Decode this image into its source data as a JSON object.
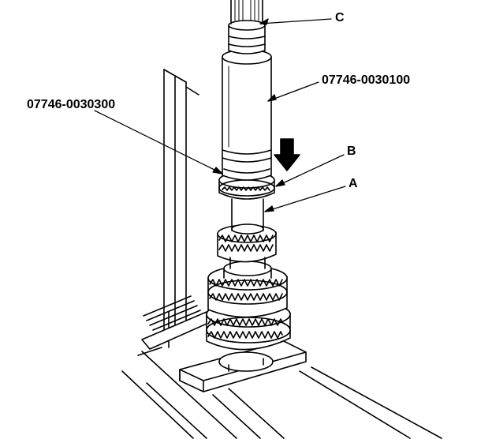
{
  "labels": {
    "c": "C",
    "tool_upper": "07746-0030100",
    "tool_lower": "07746-0030300",
    "b": "B",
    "a": "A"
  },
  "colors": {
    "line": "#000000",
    "fill": "#ffffff",
    "shade": "#d9d9d9"
  }
}
